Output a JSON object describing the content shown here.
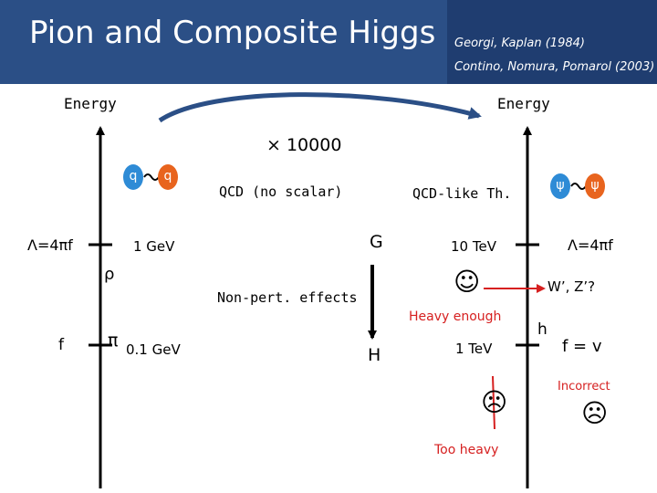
{
  "title": "Pion and Composite Higgs",
  "refs": [
    "Georgi, Kaplan (1984)",
    "Contino, Nomura, Pomarol (2003)"
  ],
  "left": {
    "axis_label": "Energy",
    "quark_pair": [
      "q",
      "q"
    ],
    "lambda": "Λ=4πf",
    "scale_high": "1 GeV",
    "rho": "ρ",
    "f": "f",
    "pi": "π",
    "scale_low": "0.1 GeV"
  },
  "middle": {
    "factor": "× 10000",
    "qcd": "QCD (no scalar)",
    "qcd_like": "QCD-like Th.",
    "g": "G",
    "nonpert": "Non-pert. effects",
    "h_big": "H"
  },
  "right": {
    "axis_label": "Energy",
    "psi_pair": [
      "ψ",
      "ψ"
    ],
    "scale_high": "10 TeV",
    "lambda": "Λ=4πf",
    "smile": "☺",
    "wz": "W’, Z’?",
    "heavy_enough": "Heavy enough",
    "h": "h",
    "scale_low": "1 TeV",
    "f_eq_v": "f = v",
    "incorrect": "Incorrect",
    "frown_left": "☹",
    "frown_right": "☹",
    "too_heavy": "Too heavy"
  },
  "colors": {
    "header": "#2b4f86",
    "accent_red": "#d62020",
    "quark_blue": "#2e8bd6",
    "quark_orange": "#e8641e"
  }
}
